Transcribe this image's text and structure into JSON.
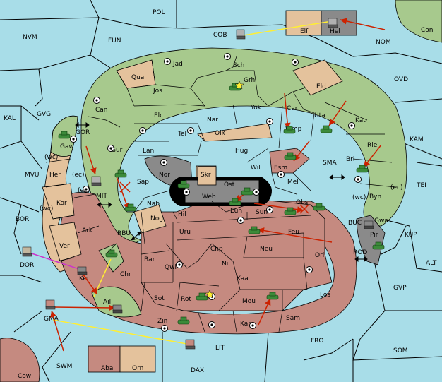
{
  "board": {
    "colors": {
      "sea": "#a8dde8",
      "green_power": "#a7c98d",
      "red_power": "#c58a80",
      "neutral": "#e4c29c",
      "impassable": "#8a8a8a",
      "army": "#3c8a3a",
      "hold_order": "#cccc00",
      "move_order": "#cc2200",
      "support_order": "#ffee33",
      "convoy_order": "#cc33cc"
    },
    "sea_labels": {
      "pol": "POL",
      "nvm": "NVM",
      "fun": "FUN",
      "cob": "COB",
      "nom": "NOM",
      "ovd": "OVD",
      "kal": "KAL",
      "gvg": "GVG",
      "gor": "GOR",
      "kam": "KAM",
      "sma": "SMA",
      "tei": "TEI",
      "mvu": "MVU",
      "mit": "MIT",
      "bor": "BOR",
      "rbu": "RBU",
      "buc": "BUC",
      "kup": "KUP",
      "dor": "DOR",
      "rod": "ROD",
      "alt": "ALT",
      "gvp": "GVP",
      "fro": "FRO",
      "som": "SOM",
      "lit": "LIT",
      "swm": "SWM",
      "dax": "DAX"
    },
    "land_labels": {
      "con": "Con",
      "elf": "Elf",
      "hel": "Hel",
      "jad": "Jad",
      "sch": "Sch",
      "qua": "Qua",
      "jos": "Jos",
      "grh": "Grh",
      "eld": "Eld",
      "can": "Can",
      "elc": "Elc",
      "nar": "Nar",
      "yok": "Yok",
      "car": "Car",
      "uta": "Uta",
      "kat": "Kat",
      "tel": "Tel",
      "olk": "Olk",
      "wmp": "Wmp",
      "gaw": "Gaw",
      "gur": "Gur",
      "lan": "Lan",
      "hug": "Hug",
      "esm": "Esm",
      "rie": "Rie",
      "bri": "Bri",
      "nor": "Nor",
      "skr": "Skr",
      "wil": "Wil",
      "her": "Her",
      "sap": "Sap",
      "web": "Web",
      "ost": "Ost",
      "mel": "Mel",
      "kor": "Kor",
      "nab": "Nab",
      "eun": "Eun",
      "obs": "Obs",
      "byn": "Byn",
      "sun": "Sun",
      "hil": "Hil",
      "nog": "Nog",
      "ark": "Ark",
      "uru": "Uru",
      "feu": "Feu",
      "gwa": "Gwa",
      "pir": "Pir",
      "ver": "Ver",
      "orl": "Orl",
      "chp": "Chp",
      "neu": "Neu",
      "bar": "Bar",
      "qwi": "Qwi",
      "nil": "Nil",
      "ken": "Ken",
      "chr": "Chr",
      "kaa": "Kaa",
      "los": "Los",
      "sot": "Sot",
      "rot": "Rot",
      "ail": "Ail",
      "mou": "Mou",
      "gma": "GMA",
      "zin": "Zin",
      "kar": "Kar",
      "sam": "Sam",
      "cow": "Cow",
      "aba": "Aba",
      "orn": "Orn"
    },
    "coast_labels": {
      "wc_gaw": "(wc)",
      "wc_her": "(wc)",
      "ec_her": "(ec)",
      "ec_kor": "(ec)",
      "wc_kor": "(wc)",
      "wc_byn": "(wc)",
      "ec_byn": "(ec)"
    }
  }
}
